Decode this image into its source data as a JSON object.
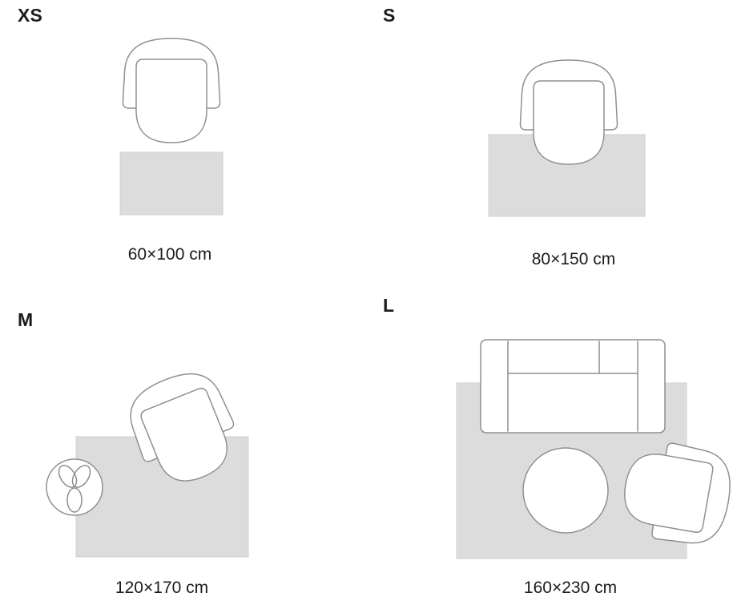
{
  "colors": {
    "rug": "#dcdcdc",
    "rug_border": "#cfcfcf",
    "outline": "#8b9095",
    "text": "#1b1b1b"
  },
  "sizes": [
    {
      "id": "xs",
      "label": "XS",
      "dimensions": "60×100 cm"
    },
    {
      "id": "s",
      "label": "S",
      "dimensions": "80×150 cm"
    },
    {
      "id": "m",
      "label": "M",
      "dimensions": "120×170 cm"
    },
    {
      "id": "l",
      "label": "L",
      "dimensions": "160×230 cm"
    }
  ]
}
